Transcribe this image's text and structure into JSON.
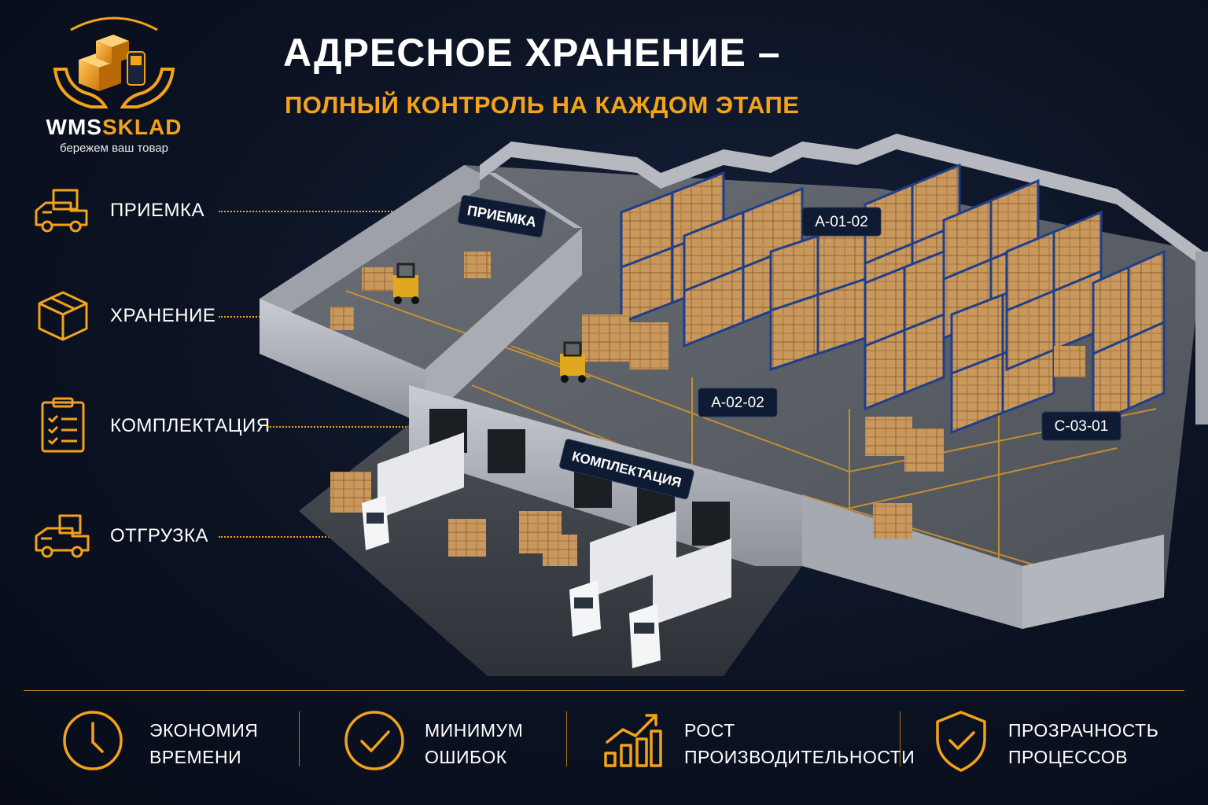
{
  "logo": {
    "brand_part1": "WMS",
    "brand_part2": "SKLAD",
    "tagline": "бережем ваш товар",
    "icon": "hands-boxes-scanner-icon"
  },
  "header": {
    "title": "АДРЕСНОЕ ХРАНЕНИЕ –",
    "subtitle": "ПОЛНЫЙ КОНТРОЛЬ НА КАЖДОМ ЭТАПЕ"
  },
  "steps": [
    {
      "label": "ПРИЕМКА",
      "icon": "truck-icon"
    },
    {
      "label": "ХРАНЕНИЕ",
      "icon": "box-icon"
    },
    {
      "label": "КОМПЛЕКТАЦИЯ",
      "icon": "clipboard-checklist-icon"
    },
    {
      "label": "ОТГРУЗКА",
      "icon": "truck-icon"
    }
  ],
  "zones": {
    "receiving": "ПРИЕМКА",
    "picking": "КОМПЛЕКТАЦИЯ",
    "addr1": "A-01-02",
    "addr2": "A-02-02",
    "addr3": "C-03-01"
  },
  "benefits": [
    {
      "line1": "ЭКОНОМИЯ",
      "line2": "ВРЕМЕНИ",
      "icon": "clock-icon"
    },
    {
      "line1": "МИНИМУМ",
      "line2": "ОШИБОК",
      "icon": "check-circle-icon"
    },
    {
      "line1": "РОСТ",
      "line2": "ПРОИЗВОДИТЕЛЬНОСТИ",
      "icon": "growth-chart-icon"
    },
    {
      "line1": "ПРОЗРАЧНОСТЬ",
      "line2": "ПРОЦЕССОВ",
      "icon": "shield-check-icon"
    }
  ],
  "colors": {
    "accent": "#f3a21b",
    "background": "#0b1222",
    "label_bg": "#0f1a33"
  }
}
